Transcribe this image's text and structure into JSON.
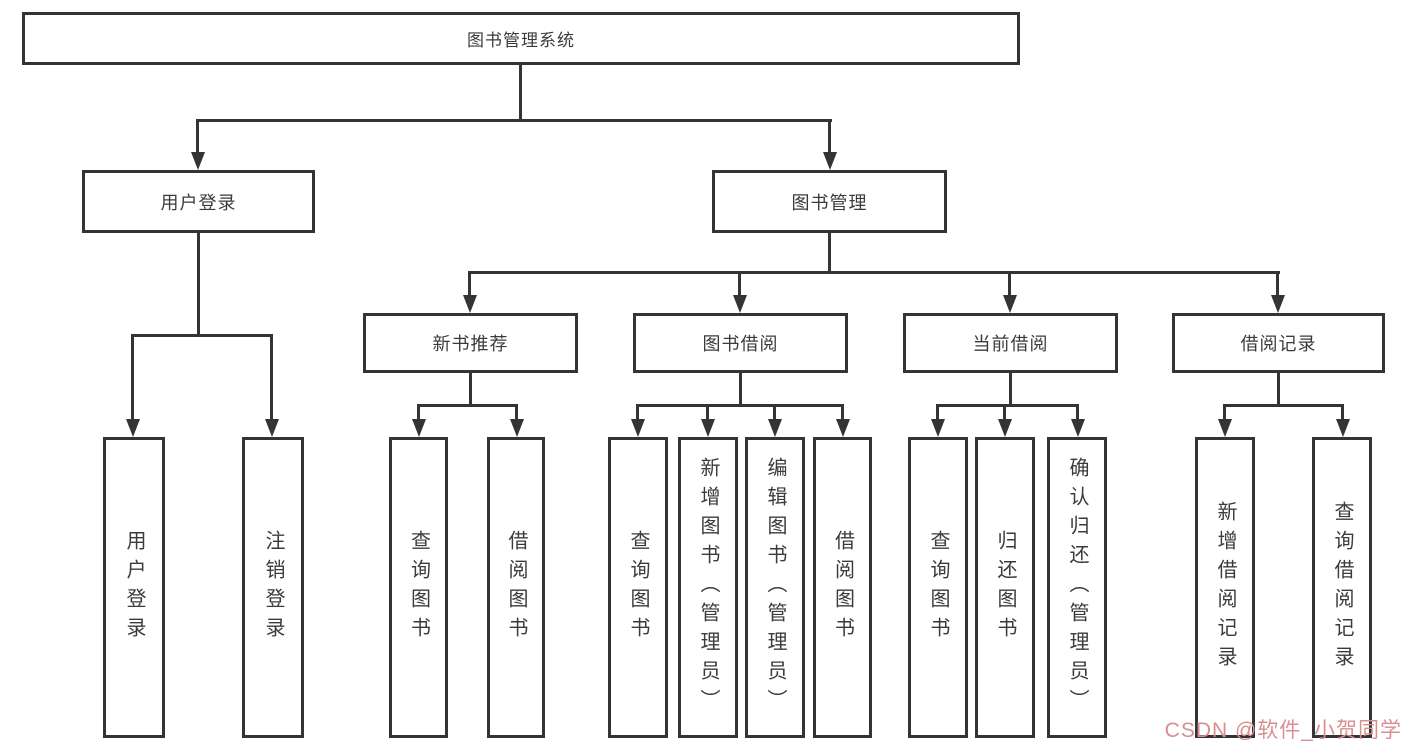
{
  "tree": {
    "label": "图书管理系统",
    "children": [
      {
        "label": "用户登录",
        "children": [
          {
            "label": "用户登录"
          },
          {
            "label": "注销登录"
          }
        ]
      },
      {
        "label": "图书管理",
        "children": [
          {
            "label": "新书推荐",
            "children": [
              {
                "label": "查询图书"
              },
              {
                "label": "借阅图书"
              }
            ]
          },
          {
            "label": "图书借阅",
            "children": [
              {
                "label": "查询图书"
              },
              {
                "label": "新增图书（管理员）"
              },
              {
                "label": "编辑图书（管理员）"
              },
              {
                "label": "借阅图书"
              }
            ]
          },
          {
            "label": "当前借阅",
            "children": [
              {
                "label": "查询图书"
              },
              {
                "label": "归还图书"
              },
              {
                "label": "确认归还（管理员）"
              }
            ]
          },
          {
            "label": "借阅记录",
            "children": [
              {
                "label": "新增借阅记录"
              },
              {
                "label": "查询借阅记录"
              }
            ]
          }
        ]
      }
    ]
  },
  "watermark": {
    "text": "CSDN @软件_小贺同学"
  },
  "colors": {
    "line": "#343434",
    "text": "#3b3b3b",
    "background": "#ffffff",
    "watermark": "#d98f8f"
  }
}
